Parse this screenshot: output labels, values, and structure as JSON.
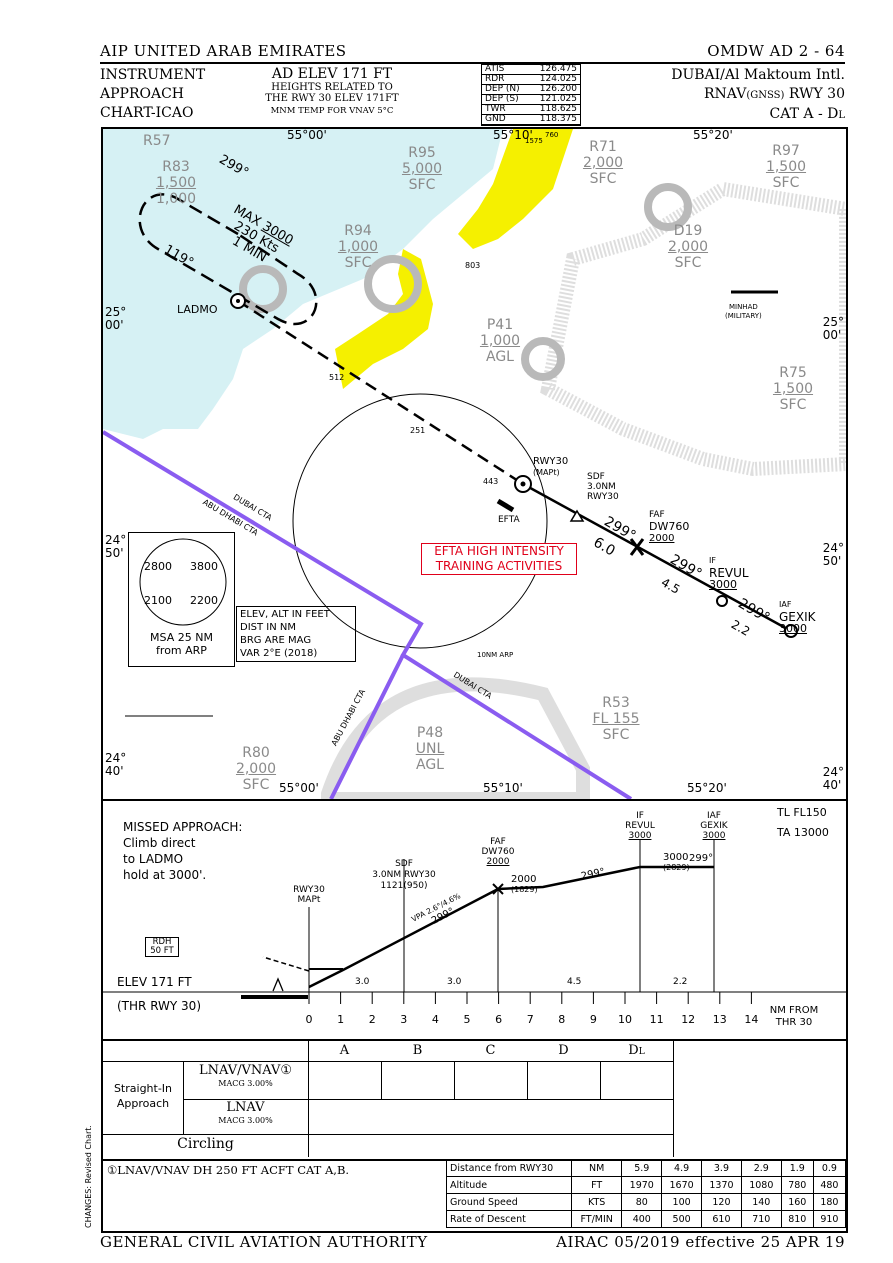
{
  "header": {
    "left_title": "AIP UNITED ARAB EMIRATES",
    "right_title": "OMDW AD 2 - 64",
    "chart_type_1": "INSTRUMENT",
    "chart_type_2": "APPROACH",
    "chart_type_3": "CHART-ICAO",
    "ad_elev": "AD ELEV 171 FT",
    "heights_1": "HEIGHTS RELATED TO",
    "heights_2": "THE RWY 30 ELEV 171FT",
    "mnm_temp": "MNM TEMP FOR VNAV 5°C",
    "freqs": [
      {
        "name": "ATIS",
        "value": "126.475"
      },
      {
        "name": "RDR",
        "value": "124.025"
      },
      {
        "name": "DEP (N)",
        "value": "126.200"
      },
      {
        "name": "DEP (S)",
        "value": "121.025"
      },
      {
        "name": "TWR",
        "value": "118.625"
      },
      {
        "name": "GND",
        "value": "118.375"
      }
    ],
    "airport": "DUBAI/Al Maktoum Intl.",
    "procedure_a": "RNAV",
    "procedure_sub": "(GNSS)",
    "procedure_b": "RWY 30",
    "category": "CAT A - DL"
  },
  "map": {
    "areas": [
      {
        "id": "R57",
        "name": "R57"
      },
      {
        "id": "R83",
        "name": "R83",
        "upper": "1,500",
        "lower": "1,000"
      },
      {
        "id": "R95",
        "name": "R95",
        "upper": "5,000",
        "lower": "SFC"
      },
      {
        "id": "R71",
        "name": "R71",
        "upper": "2,000",
        "lower": "SFC"
      },
      {
        "id": "R97",
        "name": "R97",
        "upper": "1,500",
        "lower": "SFC"
      },
      {
        "id": "R94",
        "name": "R94",
        "upper": "1,000",
        "lower": "SFC"
      },
      {
        "id": "D19",
        "name": "D19",
        "upper": "2,000",
        "lower": "SFC"
      },
      {
        "id": "P41",
        "name": "P41",
        "upper": "1,000",
        "lower": "AGL"
      },
      {
        "id": "R75",
        "name": "R75",
        "upper": "1,500",
        "lower": "SFC"
      },
      {
        "id": "R53",
        "name": "R53",
        "upper": "FL 155",
        "lower": "SFC"
      },
      {
        "id": "P48",
        "name": "P48",
        "upper": "UNL",
        "lower": "AGL"
      },
      {
        "id": "R80",
        "name": "R80",
        "upper": "2,000",
        "lower": "SFC"
      }
    ],
    "holding": {
      "max": "MAX",
      "alt": "3000",
      "speed": "230 Kts",
      "time": "1 MIN",
      "out_course": "299°",
      "in_course": "119°"
    },
    "lat_labels": {
      "n25_deg": "25°",
      "n25_min": "00'",
      "n24_50_deg": "24°",
      "n24_50_min": "50'",
      "n24_40_deg": "24°",
      "n24_40_min": "40'"
    },
    "lon_labels": {
      "e55_00": "55°00'",
      "e55_10": "55°10'",
      "e55_20": "55°20'"
    },
    "obstacles": {
      "o1575": "1575",
      "o760": "760",
      "o803": "803",
      "o512": "512",
      "o251": "251",
      "o443": "443"
    },
    "fixes": {
      "ladmo": "LADMO",
      "rwy30": "RWY30",
      "mapt": "(MAPt)",
      "sdf_label": "SDF",
      "sdf_dist": "3.0NM",
      "sdf_rwy": "RWY30",
      "faf_label": "FAF",
      "faf_name": "DW760",
      "faf_alt": "2000",
      "if_label": "IF",
      "if_name": "REVUL",
      "if_alt": "3000",
      "iaf_label": "IAF",
      "iaf_name": "GEXIK",
      "iaf_alt": "3000",
      "efta": "EFTA",
      "minhad_1": "MINHAD",
      "minhad_2": "(MILITARY)"
    },
    "course_labels": {
      "c1": "299°",
      "c2": "299°",
      "c3": "299°",
      "d1": "6.0",
      "d2": "4.5",
      "d3": "2.2"
    },
    "efta_warning_1": "EFTA HIGH INTENSITY",
    "efta_warning_2": "TRAINING ACTIVITIES",
    "ring_label": "10NM ARP",
    "cta": {
      "dubai_1": "DUBAI CTA",
      "abudhabi_1": "ABU DHABI CTA",
      "abudhabi_2": "ABU DHABI CTA",
      "dubai_2": "DUBAI CTA"
    },
    "msa": {
      "nw": "2800",
      "ne": "3800",
      "sw": "2100",
      "se": "2200",
      "title": "MSA 25 NM",
      "sub": "from ARP"
    },
    "notes": [
      "ELEV, ALT IN FEET",
      "DIST IN NM",
      "BRG ARE MAG",
      "VAR 2°E (2018)"
    ]
  },
  "profile": {
    "missed_1": "MISSED APPROACH:",
    "missed_2": "Climb direct",
    "missed_3": "to LADMO",
    "missed_4": "hold at 3000'.",
    "tl": "TL FL150",
    "ta": "TA 13000",
    "rwy30": "RWY30",
    "mapt": "MAPt",
    "sdf_1": "SDF",
    "sdf_2": "3.0NM RWY30",
    "sdf_3": "1121(950)",
    "faf_1": "FAF",
    "faf_2": "DW760",
    "faf_3": "2000",
    "faf_alt": "2000",
    "faf_height": "(1829)",
    "if_1": "IF",
    "if_2": "REVUL",
    "if_3": "3000",
    "iaf_1": "IAF",
    "iaf_2": "GEXIK",
    "iaf_3": "3000",
    "if_alt": "3000",
    "if_height": "(2829)",
    "crs_a": "299°",
    "crs_b": "299°",
    "crs_c": "299°",
    "vpa": "VPA 2.6°/4.6%",
    "rdh_1": "RDH",
    "rdh_2": "50 FT",
    "elev": "ELEV 171 FT",
    "thr": "(THR RWY 30)",
    "segs": [
      "3.0",
      "3.0",
      "4.5",
      "2.2"
    ],
    "scale": [
      "0",
      "1",
      "2",
      "3",
      "4",
      "5",
      "6",
      "7",
      "8",
      "9",
      "10",
      "11",
      "12",
      "13",
      "14"
    ],
    "nm_from_1": "NM FROM",
    "nm_from_2": "THR 30"
  },
  "minima": {
    "cats": [
      "A",
      "B",
      "C",
      "D",
      "DL"
    ],
    "straight_in_1": "Straight-In",
    "straight_in_2": "Approach",
    "lnav_vnav": "LNAV/VNAV①",
    "lnav_vnav_macg": "MACG 3.00%",
    "lnav": "LNAV",
    "lnav_macg": "MACG 3.00%",
    "circling": "Circling",
    "footnote": "①LNAV/VNAV DH 250 FT ACFT CAT A,B.",
    "changes": "CHANGES: Revised Chart."
  },
  "rod_table": {
    "rows": [
      {
        "label": "Distance from RWY30",
        "unit": "NM",
        "values": [
          "5.9",
          "4.9",
          "3.9",
          "2.9",
          "1.9",
          "0.9"
        ]
      },
      {
        "label": "Altitude",
        "unit": "FT",
        "values": [
          "1970",
          "1670",
          "1370",
          "1080",
          "780",
          "480"
        ]
      },
      {
        "label": "Ground Speed",
        "unit": "KTS",
        "values": [
          "80",
          "100",
          "120",
          "140",
          "160",
          "180"
        ]
      },
      {
        "label": "Rate of Descent",
        "unit": "FT/MIN",
        "values": [
          "400",
          "500",
          "610",
          "710",
          "810",
          "910"
        ]
      }
    ]
  },
  "footer": {
    "left": "GENERAL CIVIL AVIATION AUTHORITY",
    "right": "AIRAC 05/2019 effective 25 APR 19"
  },
  "colors": {
    "water": "#d6f1f4",
    "restricted": "#f5f000",
    "cta": "#8a5cf0",
    "warning": "#e0001a",
    "grey": "#8a8a8a"
  }
}
